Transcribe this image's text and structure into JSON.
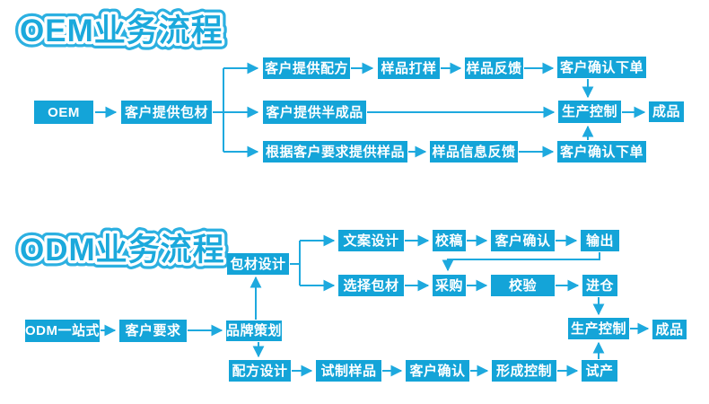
{
  "colors": {
    "primary": "#14a4d8",
    "line": "#1ea9de",
    "title_fill": "#1ba9dc",
    "title_outline": "#2cb0e1"
  },
  "oem": {
    "title": "OEM业务流程",
    "nodes": {
      "start": "OEM",
      "pack": "客户提供包材",
      "r1a": "客户提供配方",
      "r1b": "样品打样",
      "r1c": "样品反馈",
      "r1d": "客户确认下单",
      "r2a": "客户提供半成品",
      "r2b": "生产控制",
      "r2c": "成品",
      "r3a": "根据客户要求提供样品",
      "r3b": "样品信息反馈",
      "r3c": "客户确认下单"
    }
  },
  "odm": {
    "title": "ODM业务流程",
    "nodes": {
      "start": "ODM一站式",
      "req": "客户要求",
      "brand": "品牌策划",
      "pack_design": "包材设计",
      "rAa": "文案设计",
      "rAb": "校稿",
      "rAc": "客户确认",
      "rAd": "输出",
      "rBa": "选择包材",
      "rBb": "采购",
      "rBc": "校验",
      "rBd": "进仓",
      "rCa": "配方设计",
      "rCb": "试制样品",
      "rCc": "客户确认",
      "rCd": "形成控制",
      "rCe": "试产",
      "prod": "生产控制",
      "final": "成品"
    }
  }
}
